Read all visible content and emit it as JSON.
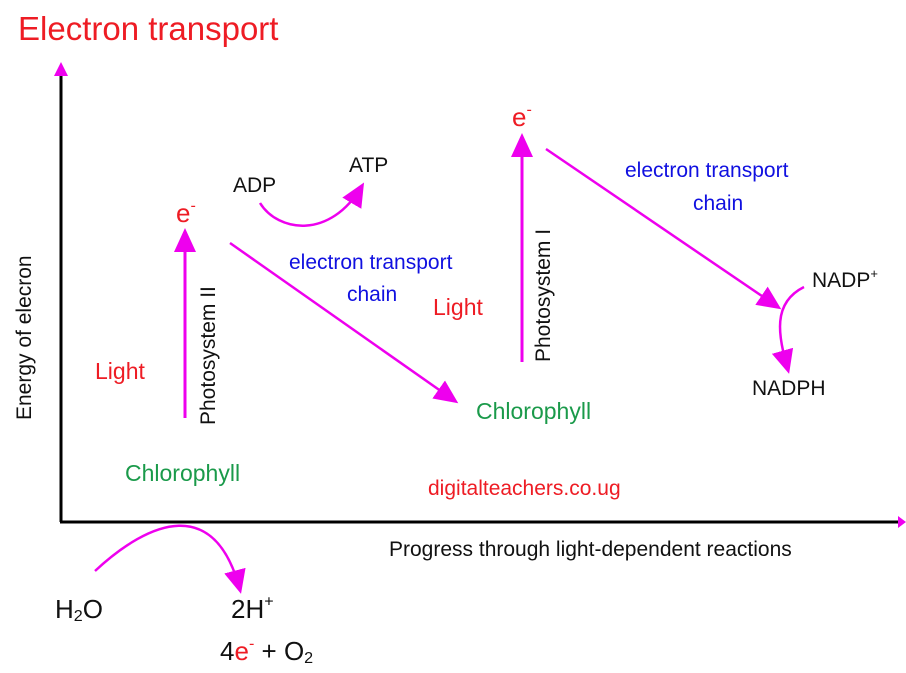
{
  "colors": {
    "accent_red": "#ee1c24",
    "accent_blue": "#1010e0",
    "accent_green": "#1a9a4a",
    "arrow_magenta": "#ee00ee",
    "axis_black": "#000000",
    "text_black": "#111111"
  },
  "title": "Electron transport",
  "y_axis_label": "Energy of elecron",
  "x_axis_label": "Progress through light-dependent reactions",
  "water": {
    "h2o": {
      "main": "H",
      "sub": "2",
      "tail": "O"
    },
    "protons": {
      "main": "2H",
      "sup": "+"
    },
    "products": {
      "coef": "4",
      "e": "e",
      "e_sup": "-",
      "plus_o": " + O",
      "o_sub": "2"
    }
  },
  "photosystem_ii": {
    "chlorophyll": "Chlorophyll",
    "light": "Light",
    "name": "Photosystem II",
    "electron": {
      "main": "e",
      "sup": "-"
    }
  },
  "etc_1": {
    "line1": "electron transport",
    "line2": "chain"
  },
  "adp": "ADP",
  "atp": "ATP",
  "photosystem_i": {
    "chlorophyll": "Chlorophyll",
    "light": "Light",
    "name": "Photosystem I",
    "electron": {
      "main": "e",
      "sup": "-"
    }
  },
  "etc_2": {
    "line1": "electron transport",
    "line2": "chain"
  },
  "nadp": {
    "main": "NADP",
    "sup": "+"
  },
  "nadph": "NADPH",
  "watermark": "digitalteachers.co.ug"
}
